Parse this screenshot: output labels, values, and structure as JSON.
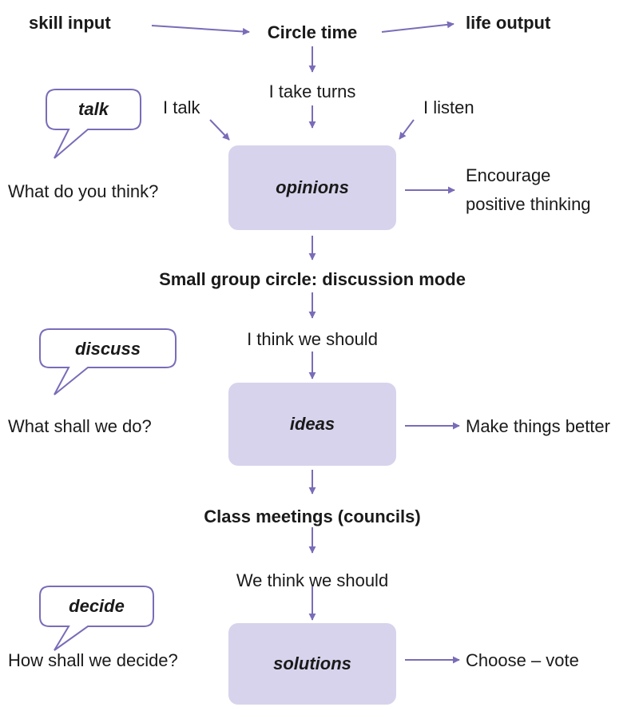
{
  "colors": {
    "arrow": "#7a6cb8",
    "box_fill": "#d8d3ec",
    "text": "#1a1a1a"
  },
  "header": {
    "left": "skill input",
    "center": "Circle time",
    "right": "life output"
  },
  "stage1": {
    "take_turns": "I take turns",
    "talk": "I talk",
    "listen": "I listen",
    "bubble": "talk",
    "question": "What do you think?",
    "box": "opinions",
    "outcome_line1": "Encourage",
    "outcome_line2": "positive thinking"
  },
  "mode2": "Small group circle: discussion mode",
  "stage2": {
    "prompt": "I think we should",
    "bubble": "discuss",
    "question": "What shall we do?",
    "box": "ideas",
    "outcome": "Make things better"
  },
  "mode3": "Class meetings (councils)",
  "stage3": {
    "prompt": "We think we should",
    "bubble": "decide",
    "question": "How shall we decide?",
    "box": "solutions",
    "outcome": "Choose – vote"
  }
}
